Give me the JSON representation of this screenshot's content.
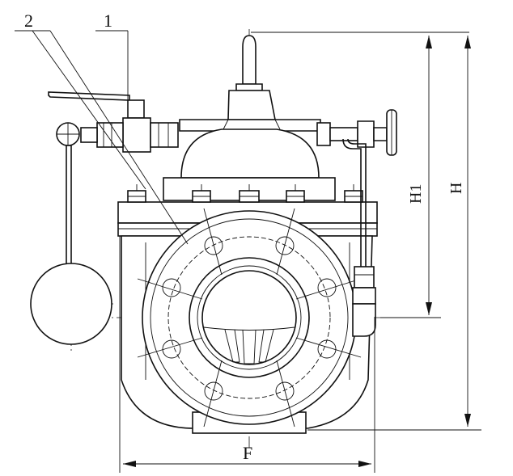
{
  "callouts": {
    "part_2": "2",
    "part_1": "1"
  },
  "dimensions": {
    "H1": "H1",
    "H": "H",
    "F": "F"
  },
  "colors": {
    "ink": "#111111",
    "paper": "#ffffff"
  }
}
